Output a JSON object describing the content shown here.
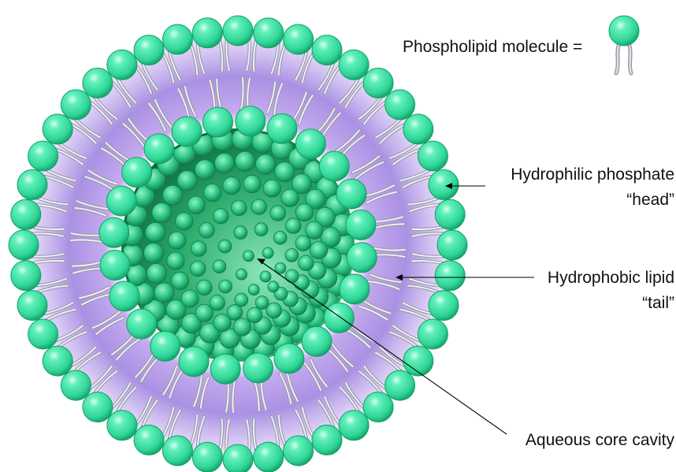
{
  "legend": {
    "label": "Phospholipid molecule ="
  },
  "labels": {
    "head_line1": "Hydrophilic phosphate",
    "head_line2": "“head”",
    "tail_line1": "Hydrophobic lipid",
    "tail_line2": "“tail”",
    "core": "Aqueous core cavity"
  },
  "colors": {
    "head_fill": "#3ee6a6",
    "head_dark": "#17a56d",
    "core_fill": "#1e9c5c",
    "bilayer_tint": "#b79ce6",
    "tail": "#a9a9b8"
  }
}
